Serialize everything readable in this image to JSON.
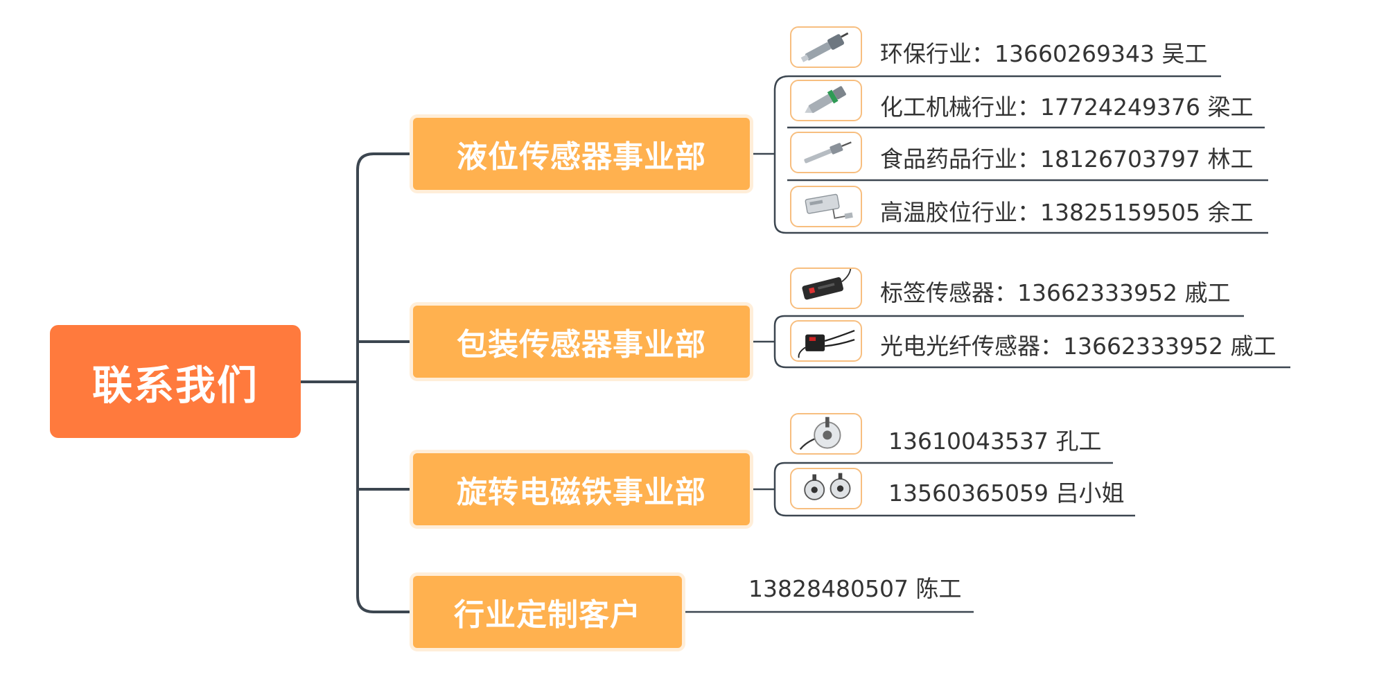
{
  "root": {
    "title": "联系我们"
  },
  "departments": [
    {
      "name": "液位传感器事业部",
      "contacts": [
        {
          "text": "环保行业：13660269343 吴工",
          "icon": "level-sensor-probe-icon"
        },
        {
          "text": "化工机械行业：17724249376  梁工",
          "icon": "threaded-sensor-probe-icon"
        },
        {
          "text": "食品药品行业：18126703797 林工",
          "icon": "slim-sensor-probe-icon"
        },
        {
          "text": "高温胶位行业：13825159505 余工",
          "icon": "high-temp-sensor-icon"
        }
      ]
    },
    {
      "name": "包装传感器事业部",
      "contacts": [
        {
          "text": "标签传感器：13662333952 戚工",
          "icon": "label-sensor-icon"
        },
        {
          "text": "光电光纤传感器：13662333952 戚工",
          "icon": "fiber-optic-sensor-icon"
        }
      ]
    },
    {
      "name": "旋转电磁铁事业部",
      "contacts": [
        {
          "text": "13610043537 孔工",
          "icon": "rotary-encoder-icon"
        },
        {
          "text": "13560365059 吕小姐",
          "icon": "twin-encoder-icon"
        }
      ]
    },
    {
      "name": "行业定制客户",
      "contacts": [
        {
          "text": "13828480507 陈工"
        }
      ]
    }
  ],
  "colors": {
    "root": "#ff7a3d",
    "department": "#ffb14f",
    "connector": "#3c4650",
    "thumb_border": "#f7be7f"
  }
}
